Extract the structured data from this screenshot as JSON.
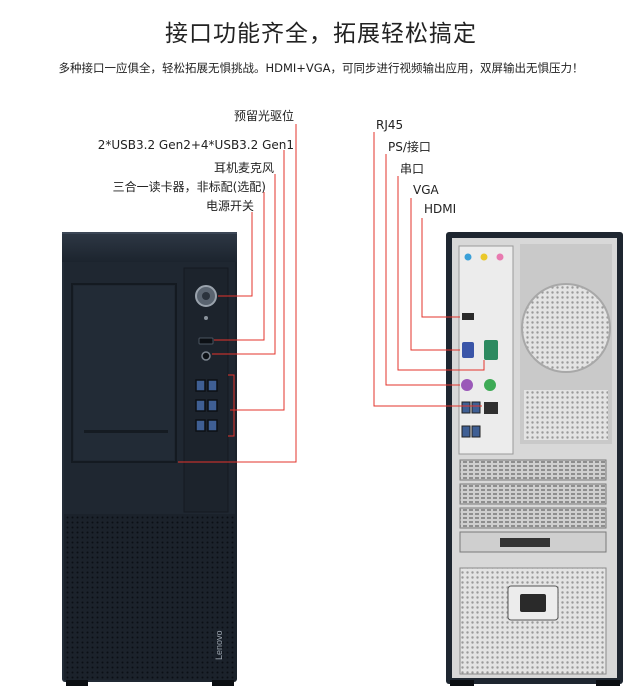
{
  "heading": {
    "title": "接口功能齐全，拓展轻松搞定",
    "subtitle": "多种接口一应俱全，轻松拓展无惧挑战。HDMI+VGA，可同步进行视频输出应用，双屏输出无惧压力！"
  },
  "front_labels": {
    "optical": "预留光驱位",
    "usb": "2*USB3.2 Gen2+4*USB3.2 Gen1",
    "audio": "耳机麦克风",
    "card_reader": "三合一读卡器，非标配(选配)",
    "power": "电源开关"
  },
  "rear_labels": {
    "rj45": "RJ45",
    "ps2": "PS/接口",
    "serial": "串口",
    "vga": "VGA",
    "hdmi": "HDMI"
  },
  "brand": {
    "logo": "Lenovo"
  },
  "colors": {
    "leader_line": "#e3332b",
    "case_dark": "#1e2630",
    "case_light": "#d9d9d9"
  }
}
